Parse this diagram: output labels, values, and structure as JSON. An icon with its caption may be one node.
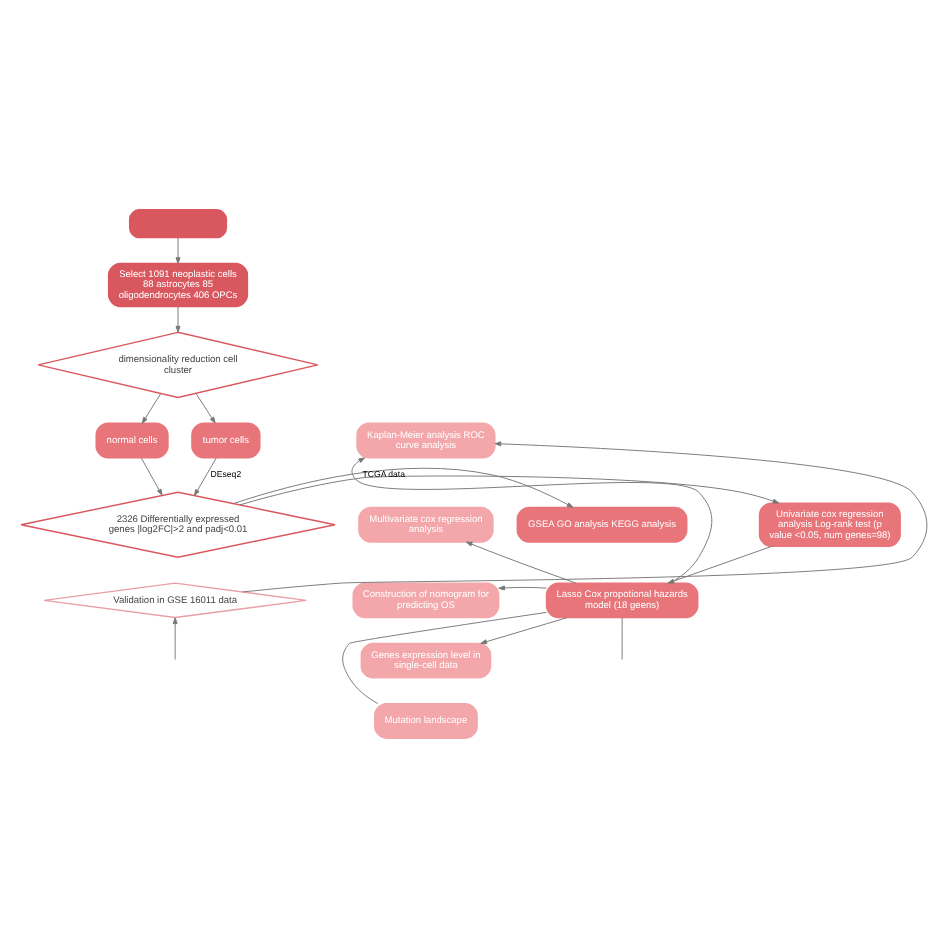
{
  "diagram": {
    "nodes": [
      {
        "text": [],
        "shape": "box"
      },
      {
        "text": [
          "Select 1091 neoplastic cells 88 astrocytes 85 oligodendrocytes 406 OPCs"
        ]
      },
      {
        "text": [
          "dimensionality reduction cell cluster"
        ]
      },
      {
        "text": [
          "tumor cells"
        ]
      },
      {
        "text": [
          "normal cells"
        ]
      },
      {
        "text": [
          "2326 Differentially expressed genes |log2FC|>2 and padj<0.01"
        ]
      },
      {
        "text": [
          "GSEA GO analysis KEGG analysis"
        ]
      },
      {
        "text": [
          "Univariate cox regression analysis Log-rank test (p value <0.05, num genes=98)"
        ]
      },
      {
        "text": [
          "Lasso Cox propotional hazards model (18 geens)"
        ]
      },
      {
        "text": [
          "Kaplan-Meier analysis ROC curve analysis"
        ]
      },
      {
        "text": [
          "Multivariate cox regression analysis"
        ]
      },
      {
        "text": [
          "Construction of nomogram for predicting OS"
        ]
      },
      {
        "text": [
          "Genes expression level in single-cell data"
        ]
      },
      {
        "text": [
          "Mutation landscape"
        ]
      },
      {
        "text": [
          "Validation in GSE 16011 data"
        ]
      }
    ],
    "edges": [
      {
        "from": 0,
        "to": 1,
        "arrow": "to"
      },
      {
        "from": 1,
        "to": 2,
        "arrow": "to"
      },
      {
        "from": 2,
        "to": 3,
        "arrow": "to"
      },
      {
        "from": 2,
        "to": 4,
        "arrow": "to"
      },
      {
        "from": 3,
        "to": 5,
        "arrow": "to",
        "label": "DEseq2"
      },
      {
        "from": 4,
        "to": 5,
        "arrow": "to"
      },
      {
        "from": 5,
        "to": 6,
        "arrow": "to"
      },
      {
        "from": 5,
        "to": 7,
        "arrow": "to",
        "label": "TCGA data"
      },
      {
        "from": 7,
        "to": 8,
        "arrow": "to"
      },
      {
        "from": 8,
        "to": 9,
        "arrow": "to"
      },
      {
        "from": 8,
        "to": 10,
        "arrow": "to"
      },
      {
        "from": 8,
        "to": 11,
        "arrow": "to"
      },
      {
        "from": 8,
        "to": 12,
        "arrow": "to"
      },
      {
        "from": 8,
        "to": 13,
        "arrow": "none"
      },
      {
        "from": 14,
        "to": 9,
        "arrow": "to"
      },
      {
        "from": null,
        "to": 14,
        "arrow": "to"
      },
      {
        "from": 8,
        "to": null,
        "arrow": "none"
      }
    ]
  }
}
